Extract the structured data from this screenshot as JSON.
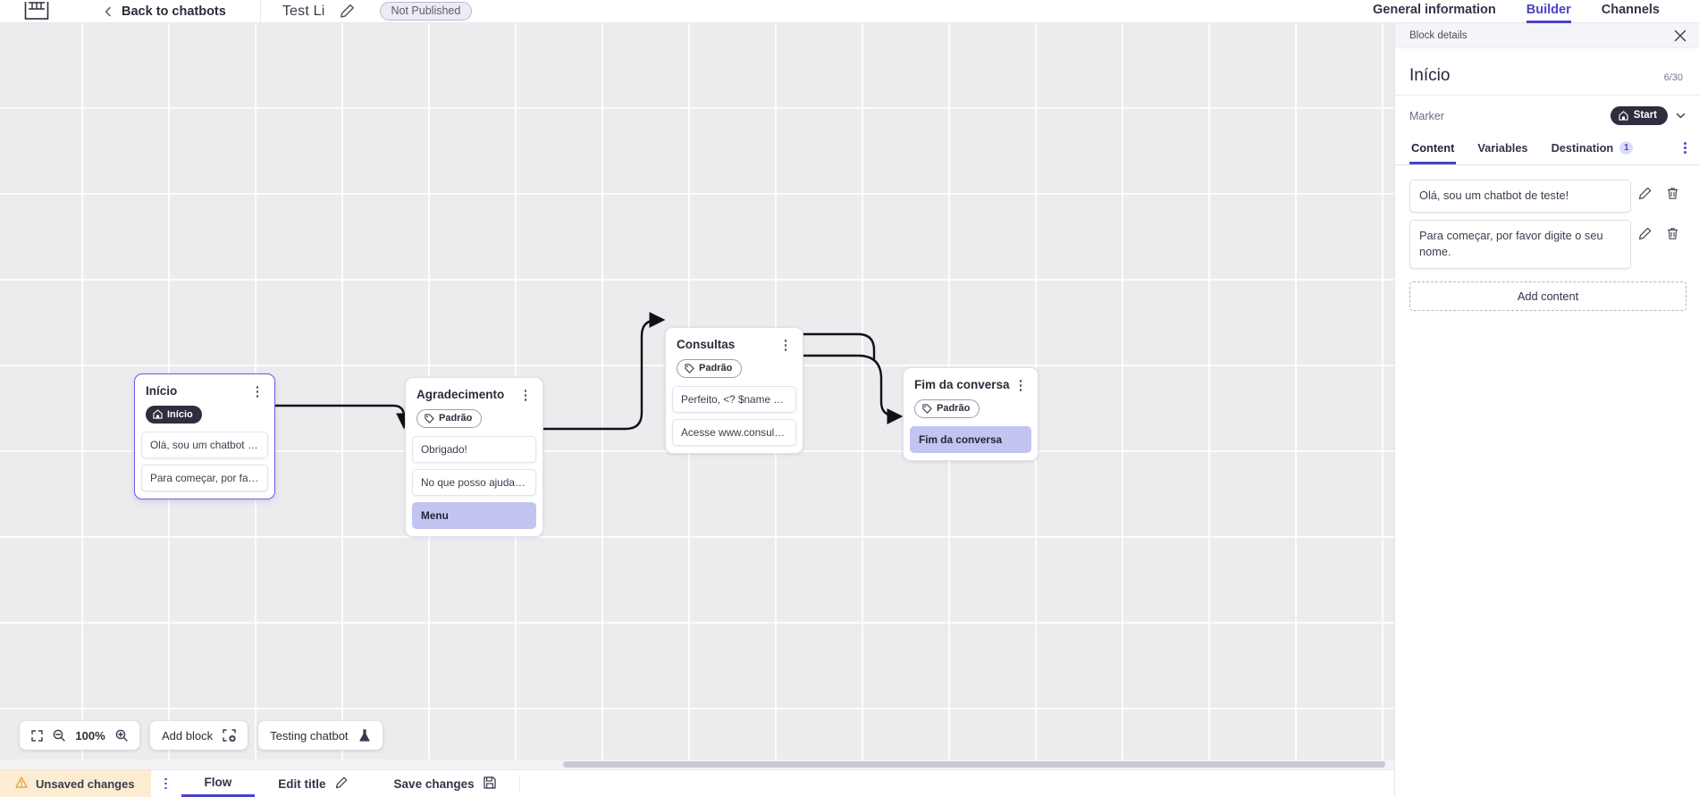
{
  "topbar": {
    "logo_icon": "app-logo-icon",
    "back_icon": "chevron-left-icon",
    "back_label": "Back to chatbots",
    "bot_title": "Test Li",
    "edit_icon": "pencil-icon",
    "status_badge": "Not Published",
    "tabs": [
      {
        "label": "General information",
        "active": false
      },
      {
        "label": "Builder",
        "active": true
      },
      {
        "label": "Channels",
        "active": false
      }
    ]
  },
  "canvas": {
    "zoom_level": "100%",
    "fullscreen_icon": "fullscreen-icon",
    "zoom_out_icon": "zoom-out-icon",
    "zoom_in_icon": "zoom-in-icon",
    "add_block_label": "Add block",
    "add_block_icon": "add-block-icon",
    "testing_label": "Testing chatbot",
    "testing_icon": "flask-icon",
    "nodes": [
      {
        "id": "inicio",
        "title": "Início",
        "badge": {
          "label": "Início",
          "type": "start",
          "icon": "home-icon"
        },
        "items": [
          {
            "text": "Olá, sou um chatbot de teste!",
            "accent": false
          },
          {
            "text": "Para começar, por favor digite o ...",
            "accent": false
          }
        ]
      },
      {
        "id": "agradecimento",
        "title": "Agradecimento",
        "badge": {
          "label": "Padrão",
          "type": "default",
          "icon": "tag-icon"
        },
        "items": [
          {
            "text": "Obrigado!",
            "accent": false
          },
          {
            "text": "No que posso ajudar, <? $name ...",
            "accent": false
          },
          {
            "text": "Menu",
            "accent": true
          }
        ]
      },
      {
        "id": "consultas",
        "title": "Consultas",
        "badge": {
          "label": "Padrão",
          "type": "default",
          "icon": "tag-icon"
        },
        "items": [
          {
            "text": "Perfeito, <? $name ?>!",
            "accent": false
          },
          {
            "text": "Acesse www.consultas.com par...",
            "accent": false
          }
        ]
      },
      {
        "id": "fim",
        "title": "Fim da conversa",
        "badge": {
          "label": "Padrão",
          "type": "default",
          "icon": "tag-icon"
        },
        "items": [
          {
            "text": "Fim da conversa",
            "accent": true
          }
        ]
      }
    ]
  },
  "statusbar": {
    "unsaved_label": "Unsaved changes",
    "warning_icon": "warning-triangle-icon",
    "kebab_icon": "kebab-menu-icon",
    "flow_tab": "Flow",
    "edit_title_label": "Edit title",
    "edit_title_icon": "pencil-icon",
    "save_label": "Save changes",
    "save_icon": "floppy-disk-icon"
  },
  "panel": {
    "header_title": "Block details",
    "close_icon": "close-icon",
    "block_title": "Início",
    "char_count": "6/30",
    "marker_label": "Marker",
    "marker_value": "Start",
    "marker_icon": "home-icon",
    "marker_chevron_icon": "chevron-down-icon",
    "tabs": [
      {
        "label": "Content",
        "active": true,
        "count": null
      },
      {
        "label": "Variables",
        "active": false,
        "count": null
      },
      {
        "label": "Destination",
        "active": false,
        "count": "1"
      }
    ],
    "tabs_kebab_icon": "kebab-menu-icon",
    "contents": [
      {
        "text": "Olá, sou um chatbot de teste!",
        "edit_icon": "pencil-icon",
        "delete_icon": "trash-icon"
      },
      {
        "text": "Para começar, por favor digite o seu nome.",
        "edit_icon": "pencil-icon",
        "delete_icon": "trash-icon"
      }
    ],
    "add_content_label": "Add content"
  },
  "colors": {
    "accent": "#4a43c4",
    "node_accent": "#c2c4f2",
    "warning_bg": "#fcecd2",
    "canvas_bg": "#ececee"
  }
}
